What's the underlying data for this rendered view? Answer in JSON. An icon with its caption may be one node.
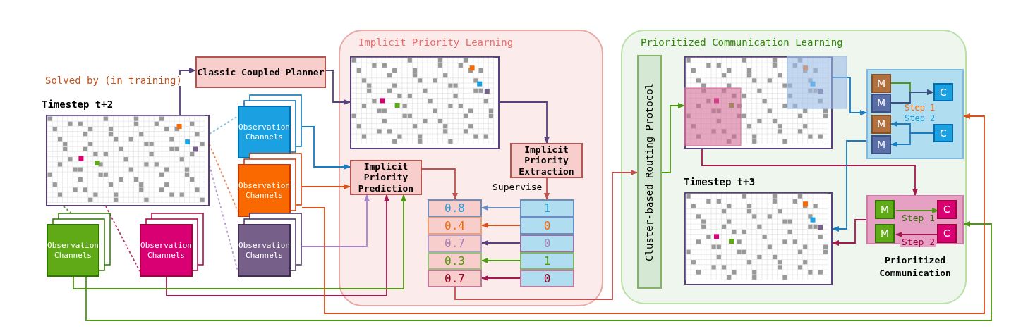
{
  "diagram": {
    "nodes": [
      {
        "text": [
          "Classic Coupled Planner"
        ]
      },
      {
        "text": [
          "Timestep t+2"
        ]
      },
      {
        "text": [
          "Observation Channels"
        ]
      },
      {
        "text": [
          "Observation Channels"
        ]
      },
      {
        "text": [
          "Observation Channels"
        ]
      },
      {
        "text": [
          "Observation Channels"
        ]
      },
      {
        "text": [
          "Observation Channels"
        ]
      },
      {
        "text": [
          "Implicit Priority Learning"
        ]
      },
      {
        "text": [],
        "shape": "picture",
        "in": 7
      },
      {
        "text": [
          "Implicit Priority Extraction"
        ],
        "in": 7
      },
      {
        "text": [
          "Implicit Priority Prediction"
        ],
        "in": 7
      },
      {
        "text": [
          "0.8"
        ],
        "in": 7
      },
      {
        "text": [
          "0.4"
        ],
        "in": 7
      },
      {
        "text": [
          "0.7"
        ],
        "in": 7
      },
      {
        "text": [
          "0.3"
        ],
        "in": 7
      },
      {
        "text": [
          "0.7"
        ],
        "in": 7
      },
      {
        "text": [
          "1"
        ],
        "in": 7
      },
      {
        "text": [
          "0"
        ],
        "in": 7
      },
      {
        "text": [
          "0"
        ],
        "in": 7
      },
      {
        "text": [
          "1"
        ],
        "in": 7
      },
      {
        "text": [
          "0"
        ],
        "in": 7
      },
      {
        "text": [
          "Prioritized Communication Learning"
        ]
      },
      {
        "text": [
          "Cluster-based Routing Protocol"
        ],
        "in": 21
      },
      {
        "text": [],
        "shape": "picture",
        "in": 21
      },
      {
        "text": [
          "Timestep t+3"
        ],
        "in": 21
      },
      {
        "text": [],
        "shape": "box",
        "in": 21
      },
      {
        "text": [
          "M"
        ],
        "in": 25
      },
      {
        "text": [
          "M"
        ],
        "in": 25
      },
      {
        "text": [
          "M"
        ],
        "in": 25
      },
      {
        "text": [
          "M"
        ],
        "in": 25
      },
      {
        "text": [
          "C"
        ],
        "in": 25
      },
      {
        "text": [
          "C"
        ],
        "in": 25
      },
      {
        "text": [
          "Prioritized Communication"
        ],
        "in": 21
      },
      {
        "text": [
          "M"
        ],
        "in": 32
      },
      {
        "text": [
          "C"
        ],
        "in": 32
      },
      {
        "text": [
          "M"
        ],
        "in": 32
      },
      {
        "text": [
          "C"
        ],
        "in": 32
      }
    ],
    "edges": [
      {
        "from": 1,
        "to": 0,
        "arrow": "to",
        "label": "Solved by (in training)",
        "color": "#56417a"
      },
      {
        "from": 1,
        "to": 2,
        "arrow": "none",
        "style": "dashed",
        "color": "#7ec3ea"
      },
      {
        "from": 1,
        "to": 3,
        "arrow": "none",
        "style": "dashed",
        "color": "#f0875a"
      },
      {
        "from": 1,
        "to": 4,
        "arrow": "none",
        "style": "dashed",
        "color": "#b79cd0"
      },
      {
        "from": 1,
        "to": 5,
        "arrow": "none",
        "style": "dashed",
        "color": "#5a9a2a"
      },
      {
        "from": 1,
        "to": 6,
        "arrow": "none",
        "style": "dashed",
        "color": "#c0306a"
      },
      {
        "from": 0,
        "to": 8,
        "arrow": "to",
        "color": "#56417a"
      },
      {
        "from": 8,
        "to": 9,
        "arrow": "to",
        "color": "#56417a"
      },
      {
        "from": 2,
        "to": 10,
        "arrow": "to",
        "color": "#1a7bbf"
      },
      {
        "from": 3,
        "to": 10,
        "arrow": "to",
        "color": "#d9501a"
      },
      {
        "from": 4,
        "to": 10,
        "arrow": "to",
        "color": "#a583c8"
      },
      {
        "from": 6,
        "to": 10,
        "arrow": "to",
        "color": "#a5184f"
      },
      {
        "from": 5,
        "to": 10,
        "arrow": "to",
        "color": "#4d9a12"
      },
      {
        "from": 10,
        "to": 11,
        "arrow": "to",
        "color": "#c0504d"
      },
      {
        "from": 9,
        "to": 16,
        "arrow": "to",
        "label": "Supervise",
        "color": "#c0504d"
      },
      {
        "from": 16,
        "to": 11,
        "arrow": "to",
        "color": "#6c8ebf"
      },
      {
        "from": 17,
        "to": 12,
        "arrow": "to",
        "color": "#d9501a"
      },
      {
        "from": 18,
        "to": 13,
        "arrow": "to",
        "color": "#56417a"
      },
      {
        "from": 19,
        "to": 14,
        "arrow": "to",
        "color": "#4d9a12"
      },
      {
        "from": 20,
        "to": 15,
        "arrow": "to",
        "color": "#a5184f"
      },
      {
        "from": 15,
        "to": 22,
        "arrow": "to",
        "color": "#c0504d"
      },
      {
        "from": 22,
        "to": 23,
        "arrow": "to",
        "color": "#4d9a12"
      },
      {
        "from": 23,
        "to": 25,
        "arrow": "to",
        "color": "#1a7bbf"
      },
      {
        "from": 23,
        "to": 32,
        "arrow": "to",
        "color": "#a5184f"
      },
      {
        "from": 26,
        "to": 30,
        "arrow": "to",
        "color": "#4d9a12"
      },
      {
        "from": 27,
        "to": 30,
        "arrow": "to",
        "color": "#3b4f80"
      },
      {
        "from": 31,
        "to": 28,
        "arrow": "to",
        "color": "#1a7bbf"
      },
      {
        "from": 31,
        "to": 29,
        "arrow": "to",
        "color": "#1a7bbf"
      },
      {
        "from": 33,
        "to": 34,
        "arrow": "to",
        "label": "Step 1",
        "color": "#4d9a12"
      },
      {
        "from": 36,
        "to": 35,
        "arrow": "to",
        "label": "Step 2",
        "color": "#a5184f"
      },
      {
        "from": 25,
        "to": 24,
        "arrow": "to",
        "color": "#1a7bbf"
      },
      {
        "from": 32,
        "to": 24,
        "arrow": "to",
        "color": "#a5184f"
      },
      {
        "from": 3,
        "to": 25,
        "arrow": "to",
        "color": "#d9501a"
      },
      {
        "from": 5,
        "to": 32,
        "arrow": "to",
        "color": "#4d9a12"
      }
    ],
    "labels": [
      "Step 1",
      "Step 2"
    ]
  }
}
